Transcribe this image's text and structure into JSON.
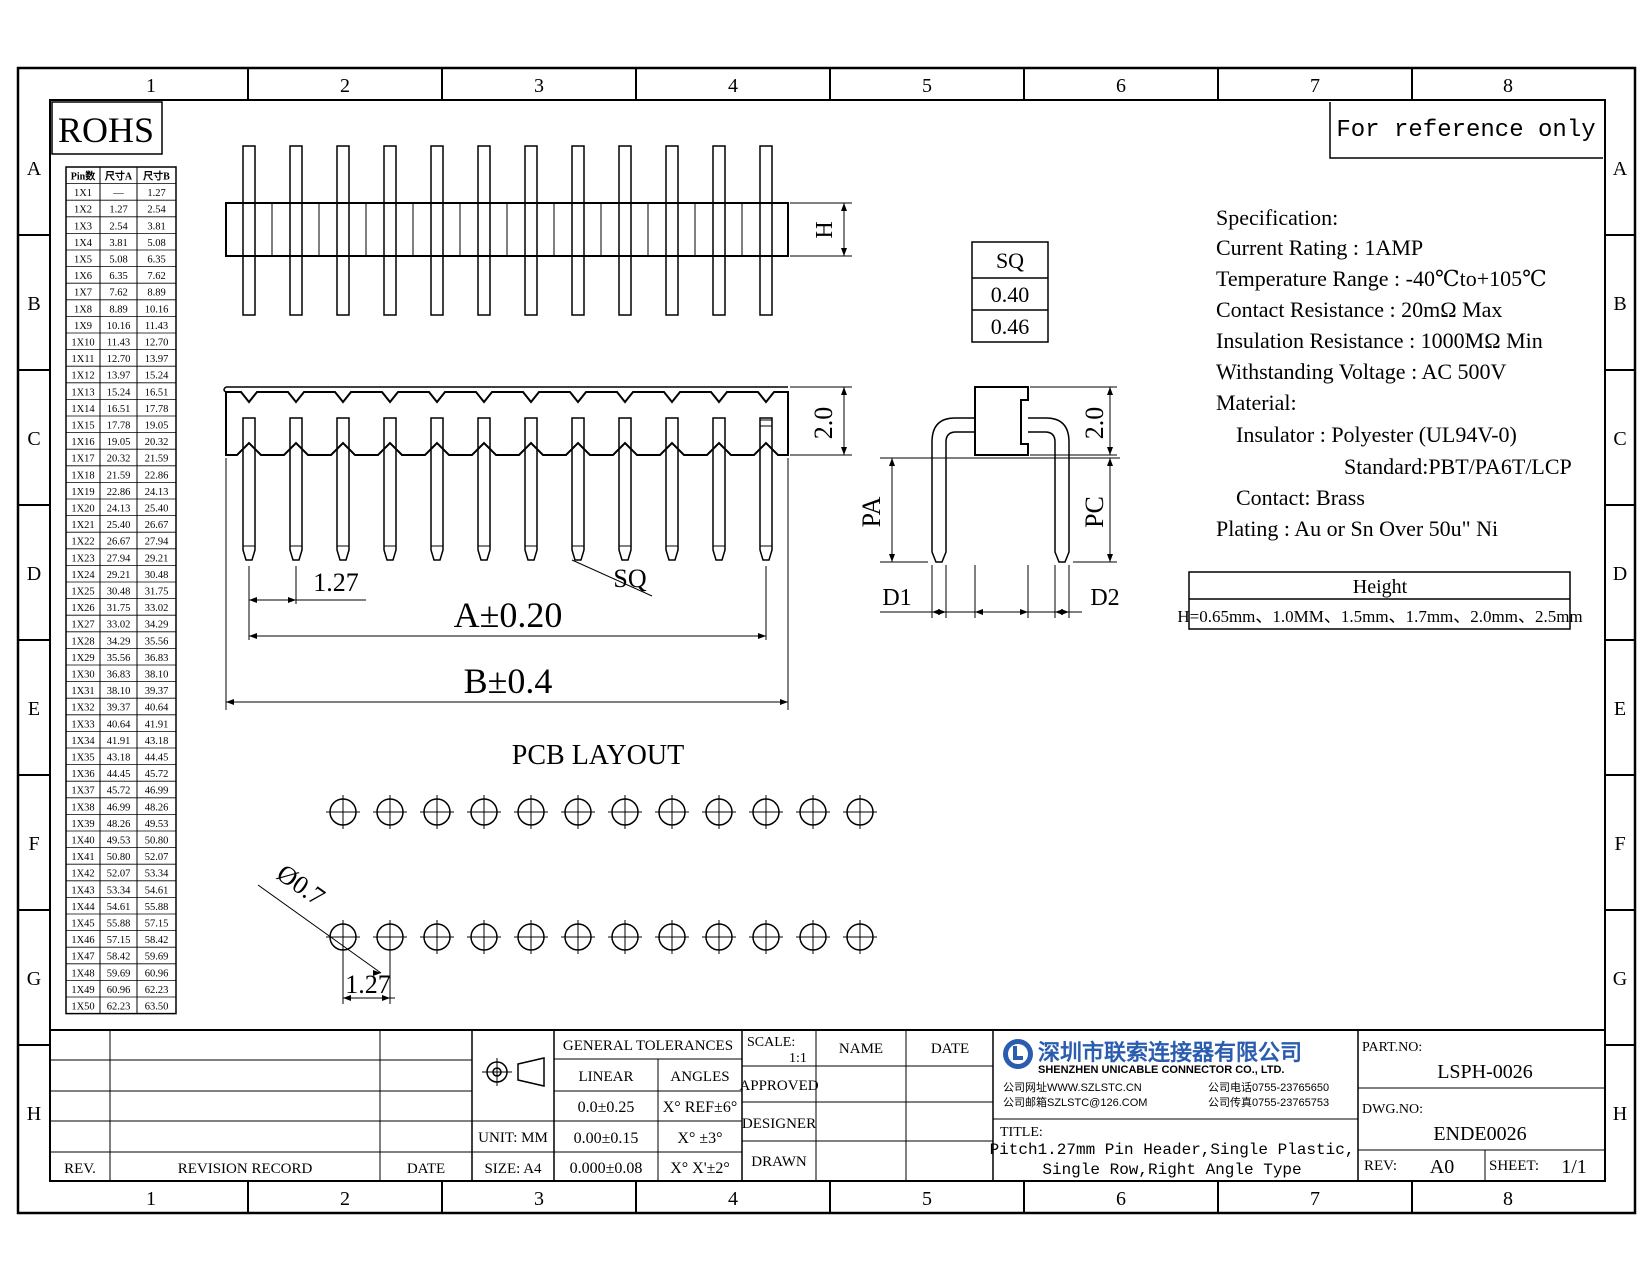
{
  "border": {
    "columns": [
      "1",
      "2",
      "3",
      "4",
      "5",
      "6",
      "7",
      "8"
    ],
    "rows": [
      "A",
      "B",
      "C",
      "D",
      "E",
      "F",
      "G",
      "H"
    ]
  },
  "rohs": "ROHS",
  "reference_note": "For reference only",
  "pin_table": {
    "headers": [
      "Pin数",
      "尺寸A",
      "尺寸B"
    ],
    "rows": [
      [
        "1X1",
        "—",
        "1.27"
      ],
      [
        "1X2",
        "1.27",
        "2.54"
      ],
      [
        "1X3",
        "2.54",
        "3.81"
      ],
      [
        "1X4",
        "3.81",
        "5.08"
      ],
      [
        "1X5",
        "5.08",
        "6.35"
      ],
      [
        "1X6",
        "6.35",
        "7.62"
      ],
      [
        "1X7",
        "7.62",
        "8.89"
      ],
      [
        "1X8",
        "8.89",
        "10.16"
      ],
      [
        "1X9",
        "10.16",
        "11.43"
      ],
      [
        "1X10",
        "11.43",
        "12.70"
      ],
      [
        "1X11",
        "12.70",
        "13.97"
      ],
      [
        "1X12",
        "13.97",
        "15.24"
      ],
      [
        "1X13",
        "15.24",
        "16.51"
      ],
      [
        "1X14",
        "16.51",
        "17.78"
      ],
      [
        "1X15",
        "17.78",
        "19.05"
      ],
      [
        "1X16",
        "19.05",
        "20.32"
      ],
      [
        "1X17",
        "20.32",
        "21.59"
      ],
      [
        "1X18",
        "21.59",
        "22.86"
      ],
      [
        "1X19",
        "22.86",
        "24.13"
      ],
      [
        "1X20",
        "24.13",
        "25.40"
      ],
      [
        "1X21",
        "25.40",
        "26.67"
      ],
      [
        "1X22",
        "26.67",
        "27.94"
      ],
      [
        "1X23",
        "27.94",
        "29.21"
      ],
      [
        "1X24",
        "29.21",
        "30.48"
      ],
      [
        "1X25",
        "30.48",
        "31.75"
      ],
      [
        "1X26",
        "31.75",
        "33.02"
      ],
      [
        "1X27",
        "33.02",
        "34.29"
      ],
      [
        "1X28",
        "34.29",
        "35.56"
      ],
      [
        "1X29",
        "35.56",
        "36.83"
      ],
      [
        "1X30",
        "36.83",
        "38.10"
      ],
      [
        "1X31",
        "38.10",
        "39.37"
      ],
      [
        "1X32",
        "39.37",
        "40.64"
      ],
      [
        "1X33",
        "40.64",
        "41.91"
      ],
      [
        "1X34",
        "41.91",
        "43.18"
      ],
      [
        "1X35",
        "43.18",
        "44.45"
      ],
      [
        "1X36",
        "44.45",
        "45.72"
      ],
      [
        "1X37",
        "45.72",
        "46.99"
      ],
      [
        "1X38",
        "46.99",
        "48.26"
      ],
      [
        "1X39",
        "48.26",
        "49.53"
      ],
      [
        "1X40",
        "49.53",
        "50.80"
      ],
      [
        "1X41",
        "50.80",
        "52.07"
      ],
      [
        "1X42",
        "52.07",
        "53.34"
      ],
      [
        "1X43",
        "53.34",
        "54.61"
      ],
      [
        "1X44",
        "54.61",
        "55.88"
      ],
      [
        "1X45",
        "55.88",
        "57.15"
      ],
      [
        "1X46",
        "57.15",
        "58.42"
      ],
      [
        "1X47",
        "58.42",
        "59.69"
      ],
      [
        "1X48",
        "59.69",
        "60.96"
      ],
      [
        "1X49",
        "60.96",
        "62.23"
      ],
      [
        "1X50",
        "62.23",
        "63.50"
      ]
    ]
  },
  "dims": {
    "h": "H",
    "h2a": "2.0",
    "h2b": "2.0",
    "pitch": "1.27",
    "sq": "SQ",
    "a_tol": "A±0.20",
    "b_tol": "B±0.4",
    "pa": "PA",
    "pc": "PC",
    "d1": "D1",
    "d2": "D2",
    "hole_dia": "Ø0.7",
    "pcb_pitch": "1.27"
  },
  "sq_table": {
    "header": "SQ",
    "values": [
      "0.40",
      "0.46"
    ]
  },
  "pcb_layout_label": "PCB LAYOUT",
  "spec": {
    "title": "Specification:",
    "lines": [
      "Current Rating : 1AMP",
      "Temperature Range : -40℃to+105℃",
      "Contact Resistance : 20mΩ Max",
      "Insulation Resistance : 1000MΩ Min",
      "Withstanding Voltage : AC 500V",
      "Material:",
      "Insulator : Polyester (UL94V-0)",
      "Standard:PBT/PA6T/LCP",
      "Contact: Brass",
      "Plating : Au or Sn Over 50u\" Ni"
    ]
  },
  "height_table": {
    "header": "Height",
    "value": "H=0.65mm、1.0MM、1.5mm、1.7mm、2.0mm、2.5mm"
  },
  "title_block": {
    "general_tolerances": "GENERAL TOLERANCES",
    "linear": "LINEAR",
    "angles": "ANGLES",
    "lin_vals": [
      "0.0±0.25",
      "0.00±0.15",
      "0.000±0.08"
    ],
    "ang_vals": [
      "X° REF±6°",
      "X° ±3°",
      "X° X'±2°"
    ],
    "unit": "UNIT: MM",
    "size": "SIZE: A4",
    "scale_label": "SCALE:",
    "scale_value": "1:1",
    "name": "NAME",
    "date": "DATE",
    "approved": "APPROVED",
    "designer": "DESIGNER",
    "drawn": "DRAWN",
    "rev_label": "REV.",
    "revision_record": "REVISION RECORD",
    "rev_date": "DATE",
    "company_cn": "深圳市联索连接器有限公司",
    "company_en": "SHENZHEN UNICABLE CONNECTOR CO., LTD.",
    "web": "公司网址WWW.SZLSTC.CN",
    "email": "公司邮箱SZLSTC@126.COM",
    "phone": "公司电话0755-23765650",
    "fax": "公司传真0755-23765753",
    "title_label": "TITLE:",
    "title_line1": "Pitch1.27mm Pin Header,Single Plastic,",
    "title_line2": "Single Row,Right Angle Type",
    "part_no_label": "PART.NO:",
    "part_no": "LSPH-0026",
    "dwg_no_label": "DWG.NO:",
    "dwg_no": "ENDE0026",
    "rev_field_label": "REV:",
    "rev_value": "A0",
    "sheet_label": "SHEET:",
    "sheet_value": "1/1"
  }
}
